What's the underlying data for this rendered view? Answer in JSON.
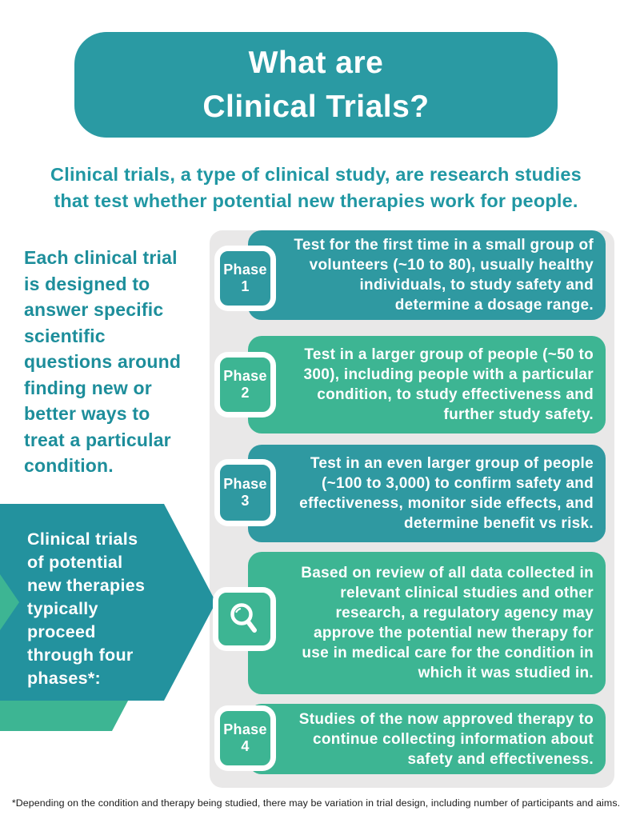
{
  "header": {
    "title": "What are\nClinical Trials?"
  },
  "intro": {
    "text": "Clinical trials, a type of clinical study, are research studies\nthat test whether potential new therapies work for people."
  },
  "left_note": {
    "text": "Each clinical trial\nis designed to\nanswer specific\nscientific\nquestions around\nfinding new or\nbetter ways to\ntreat a particular\ncondition."
  },
  "arrow_callout": {
    "text": "Clinical trials\nof potential\nnew therapies\ntypically\nproceed\nthrough four\nphases*:"
  },
  "phases": {
    "rows": [
      {
        "badge": "Phase\n1",
        "color": "teal",
        "text": "Test for the first time in a small group of volunteers (~10 to 80), usually healthy individuals, to study safety and determine a dosage range."
      },
      {
        "badge": "Phase\n2",
        "color": "green",
        "text": "Test in a larger group of people (~50 to 300), including people with a particular condition, to study effectiveness and further study safety."
      },
      {
        "badge": "Phase\n3",
        "color": "teal",
        "text": "Test in an even larger group of people (~100 to 3,000) to confirm safety and effectiveness, monitor side effects, and determine benefit vs risk."
      },
      {
        "badge": "",
        "icon": "magnifier-icon",
        "color": "green",
        "text": "Based on review of all data collected in relevant clinical studies and other research, a regulatory agency may approve the potential new therapy for use in medical care for the condition in which it was studied in."
      },
      {
        "badge": "Phase\n4",
        "color": "green",
        "text": "Studies of the now approved therapy to continue collecting information about safety and effectiveness."
      }
    ]
  },
  "footnote": {
    "text": "*Depending on the condition and therapy being studied, there may be variation in trial design, including number of participants and aims."
  },
  "colors": {
    "teal_box": "#2F99A1",
    "green_box": "#3DB593",
    "header_teal": "#2A9AA3",
    "arrow_teal": "#23929E",
    "arrow_shadow_green": "#3DB593",
    "panel_gray": "#E9E8E8",
    "intro_teal": "#2097A3",
    "left_note_teal": "#1D8E9B",
    "text_white": "#FFFFFF",
    "footnote_dark": "#1A1A1A"
  }
}
